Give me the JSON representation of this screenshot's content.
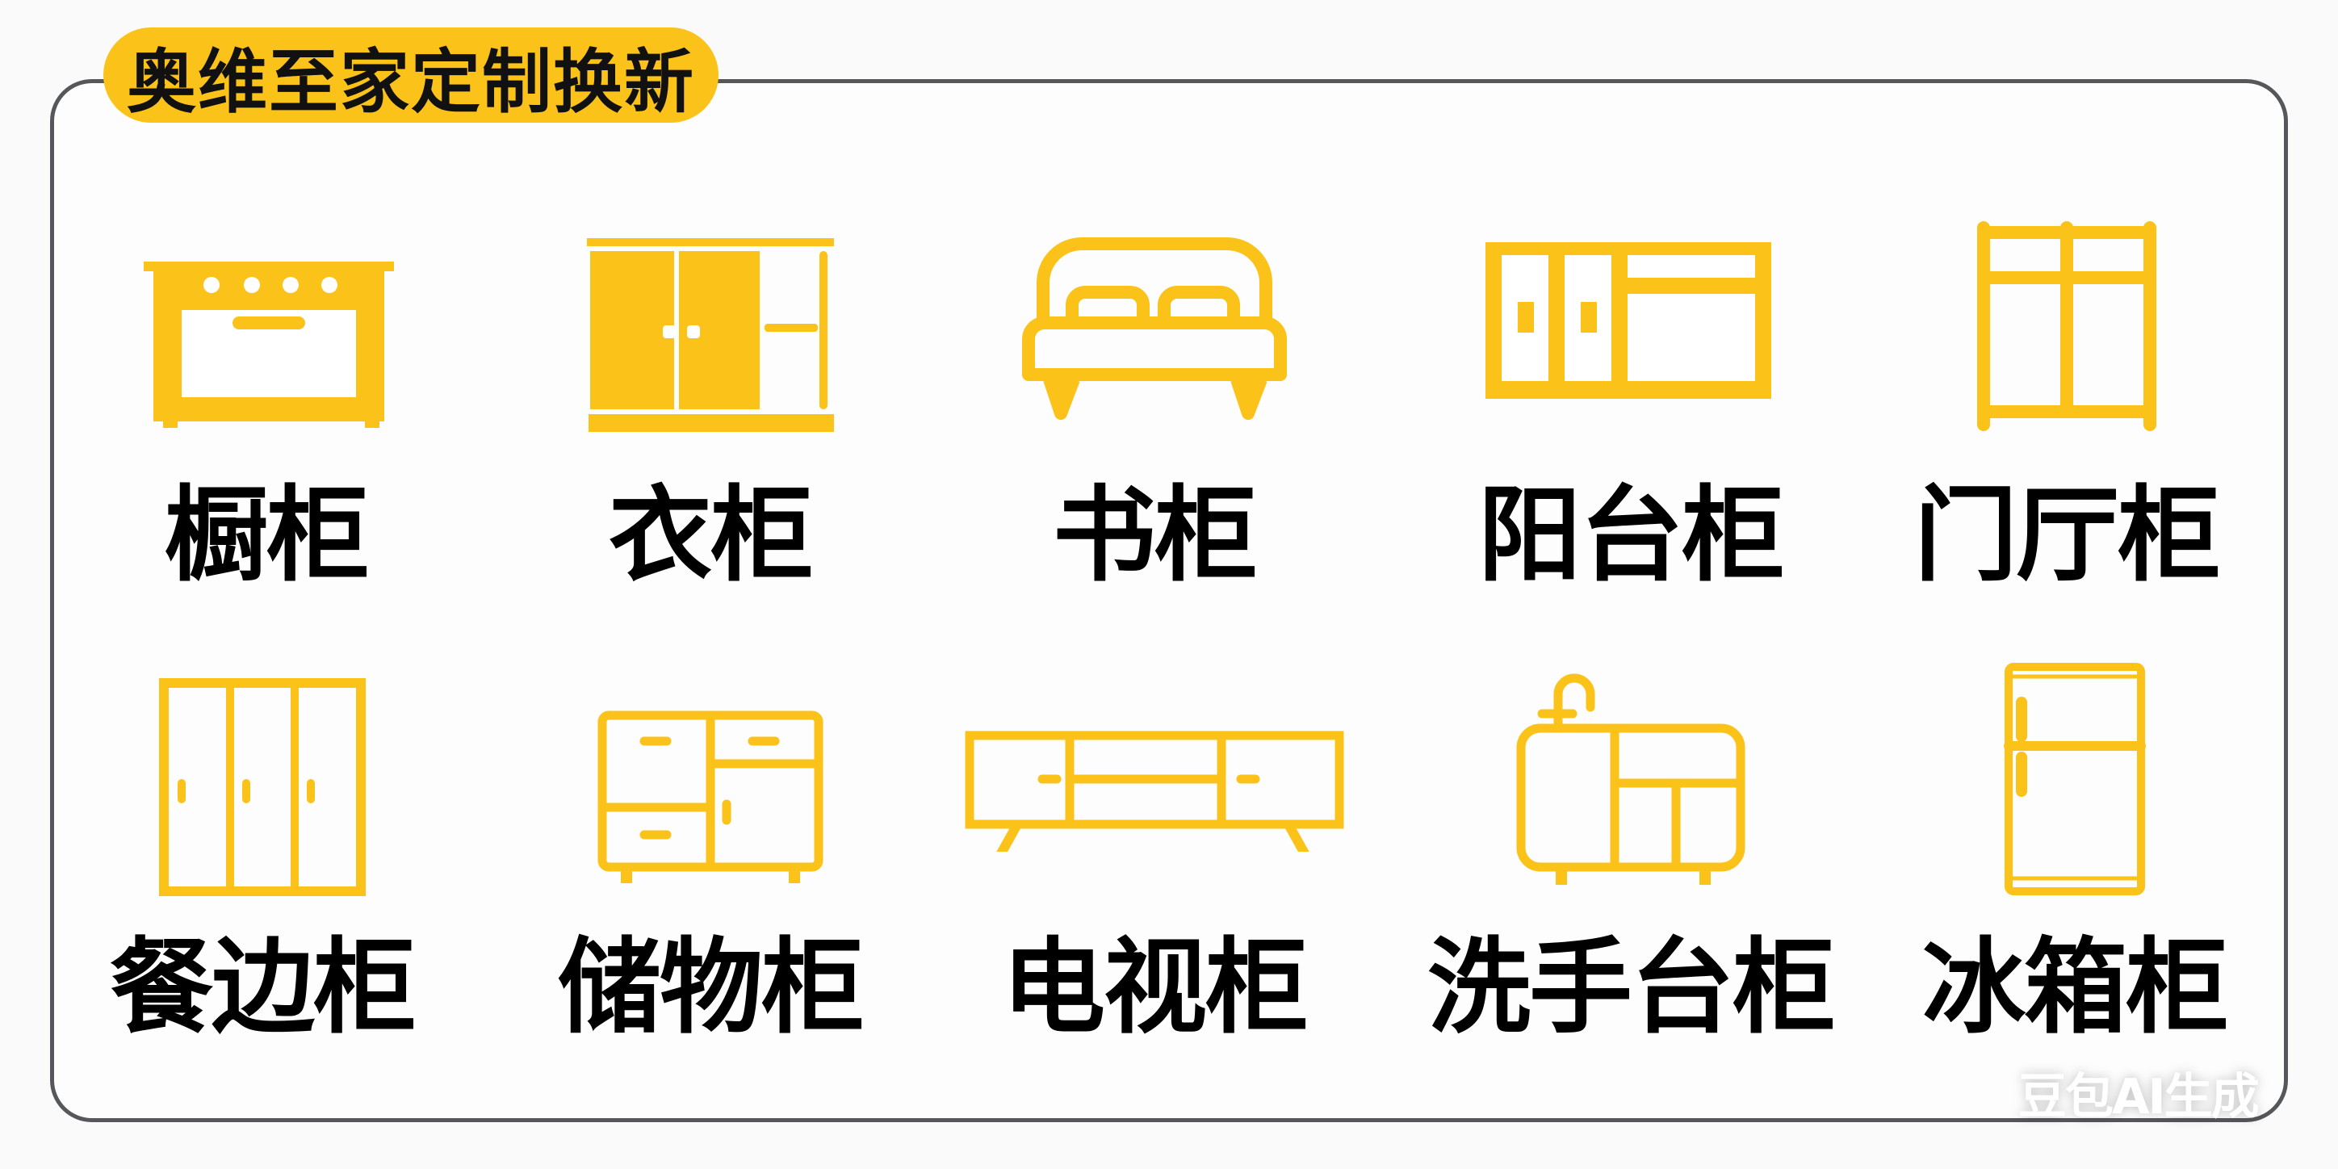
{
  "header": {
    "title": "奥维至家定制换新"
  },
  "colors": {
    "accent": "#fbc21a",
    "icon": "#fbc21a",
    "border": "#55575a",
    "text": "#000000"
  },
  "categories": [
    {
      "label": "橱柜",
      "icon": "kitchen-cabinet-icon"
    },
    {
      "label": "衣柜",
      "icon": "wardrobe-icon"
    },
    {
      "label": "书柜",
      "icon": "bed-icon"
    },
    {
      "label": "阳台柜",
      "icon": "balcony-cabinet-icon"
    },
    {
      "label": "门厅柜",
      "icon": "hallway-cabinet-icon"
    },
    {
      "label": "餐边柜",
      "icon": "sideboard-icon"
    },
    {
      "label": "储物柜",
      "icon": "storage-cabinet-icon"
    },
    {
      "label": "电视柜",
      "icon": "tv-cabinet-icon"
    },
    {
      "label": "洗手台柜",
      "icon": "vanity-cabinet-icon"
    },
    {
      "label": "冰箱柜",
      "icon": "fridge-cabinet-icon"
    }
  ],
  "watermark": "豆包AI生成"
}
